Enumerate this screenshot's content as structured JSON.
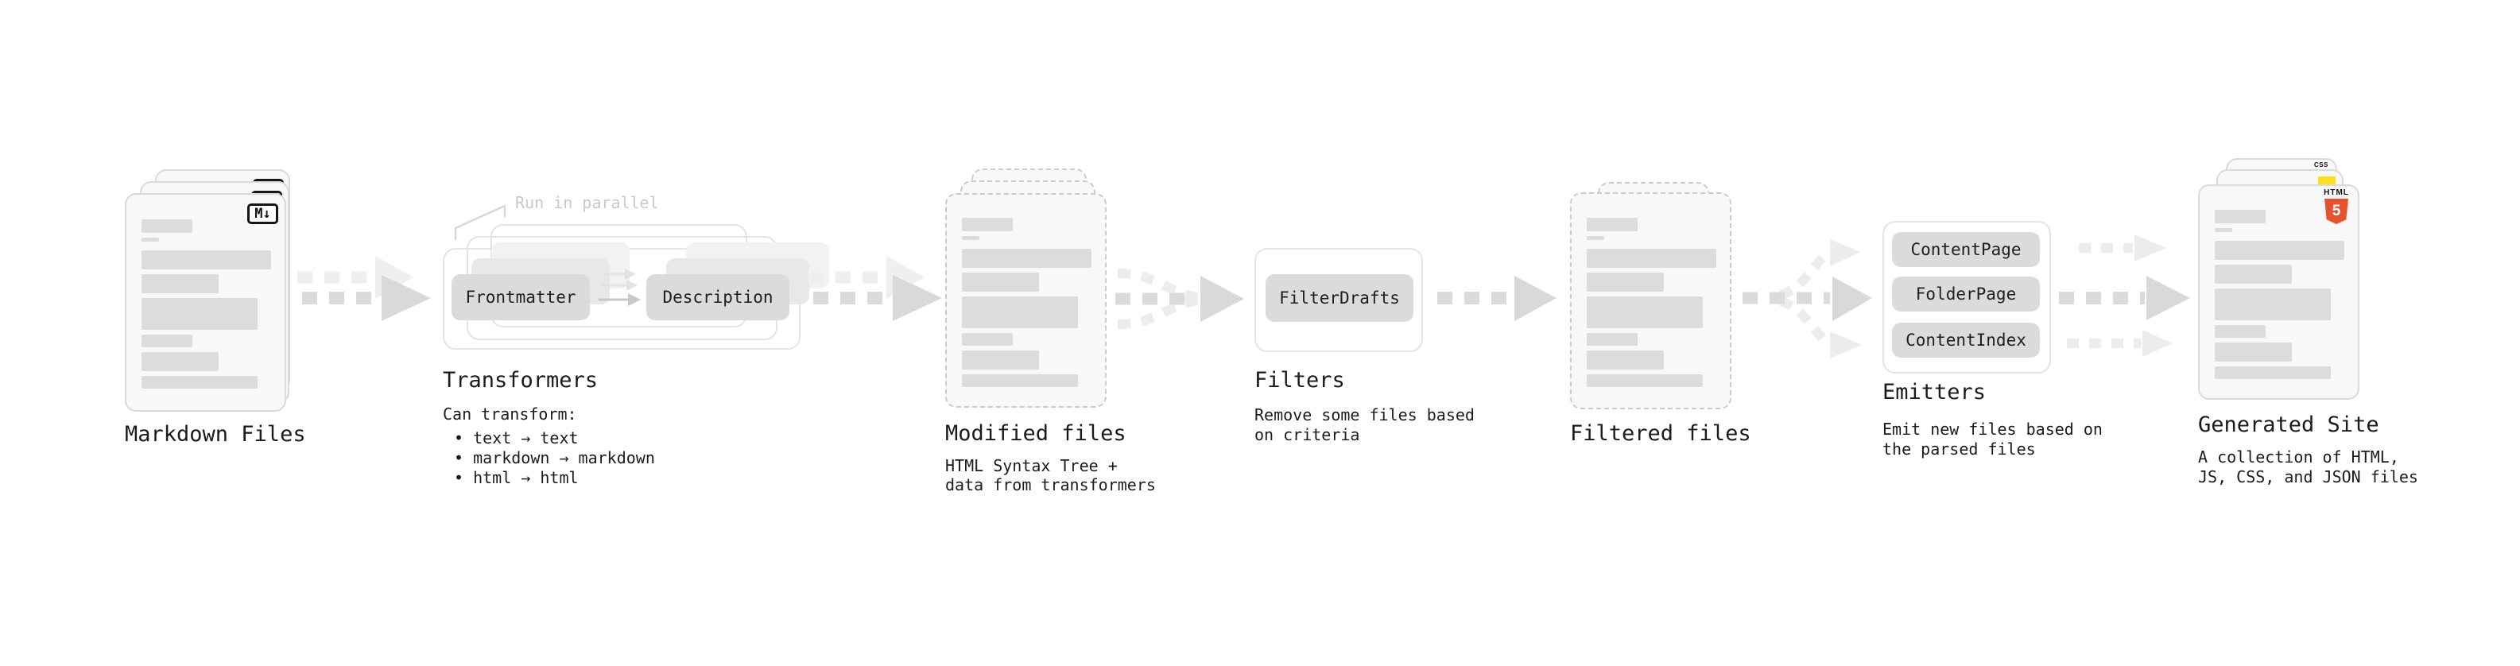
{
  "palette": {
    "doc_fill": "#f8f8f8",
    "doc_border": "#dadada",
    "doc_border_dashed": "#cbcbcb",
    "content_bar": "#dcdcdc",
    "chip_fill": "#dbdbdb",
    "group_border": "#e4e4e4",
    "arrow_dark": "#d9d9d9",
    "arrow_light": "#ececec",
    "annotation_gray": "#c9c9c9",
    "text": "#1b1b1b",
    "css_blue": "#2e6bff",
    "js_yellow": "#ffdf1e",
    "html5_orange": "#e5532e"
  },
  "nodes": {
    "markdown_files": {
      "label": "Markdown Files",
      "badge": "M↓"
    },
    "transformers": {
      "label": "Transformers",
      "annotation": "Run in parallel",
      "chips": [
        "Frontmatter",
        "Description"
      ],
      "caption_title": "Can transform:",
      "bullets": [
        "• text → text",
        "• markdown → markdown",
        "• html → html"
      ]
    },
    "modified_files": {
      "label": "Modified files",
      "caption": [
        "HTML Syntax Tree +",
        "data from transformers"
      ]
    },
    "filters": {
      "label": "Filters",
      "chips": [
        "FilterDrafts"
      ],
      "caption": [
        "Remove some files based",
        "on criteria"
      ]
    },
    "filtered_files": {
      "label": "Filtered files"
    },
    "emitters": {
      "label": "Emitters",
      "chips": [
        "ContentPage",
        "FolderPage",
        "ContentIndex"
      ],
      "caption": [
        "Emit new files based on",
        "the parsed files"
      ]
    },
    "generated_site": {
      "label": "Generated Site",
      "caption": [
        "A collection of HTML,",
        "JS, CSS, and JSON files"
      ],
      "badges": {
        "css": "CSS",
        "html_label": "HTML",
        "html_number": "5"
      }
    }
  }
}
